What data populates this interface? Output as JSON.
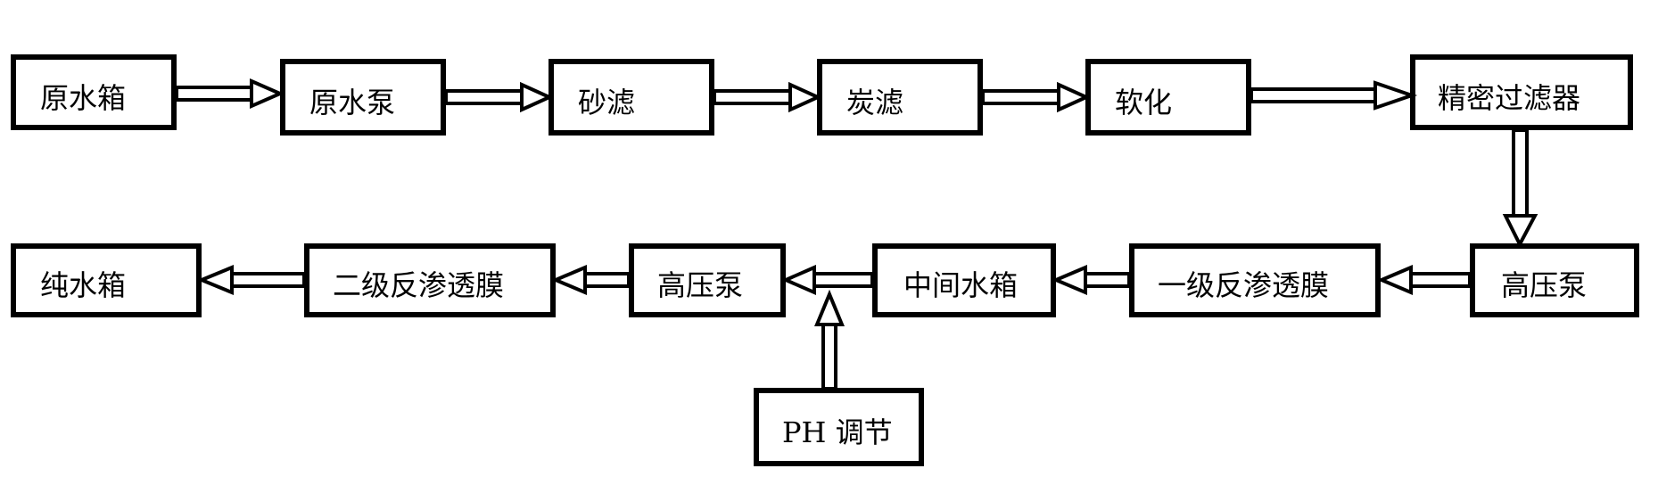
{
  "diagram": {
    "boxes": {
      "raw_water_tank": "原水箱",
      "raw_water_pump": "原水泵",
      "sand_filter": "砂滤",
      "carbon_filter": "炭滤",
      "softening": "软化",
      "precision_filter": "精密过滤器",
      "high_pressure_pump_1": "高压泵",
      "primary_ro": "一级反渗透膜",
      "intermediate_tank": "中间水箱",
      "high_pressure_pump_2": "高压泵",
      "secondary_ro": "二级反渗透膜",
      "pure_water_tank": "纯水箱",
      "ph_adjust": "PH 调节"
    }
  }
}
